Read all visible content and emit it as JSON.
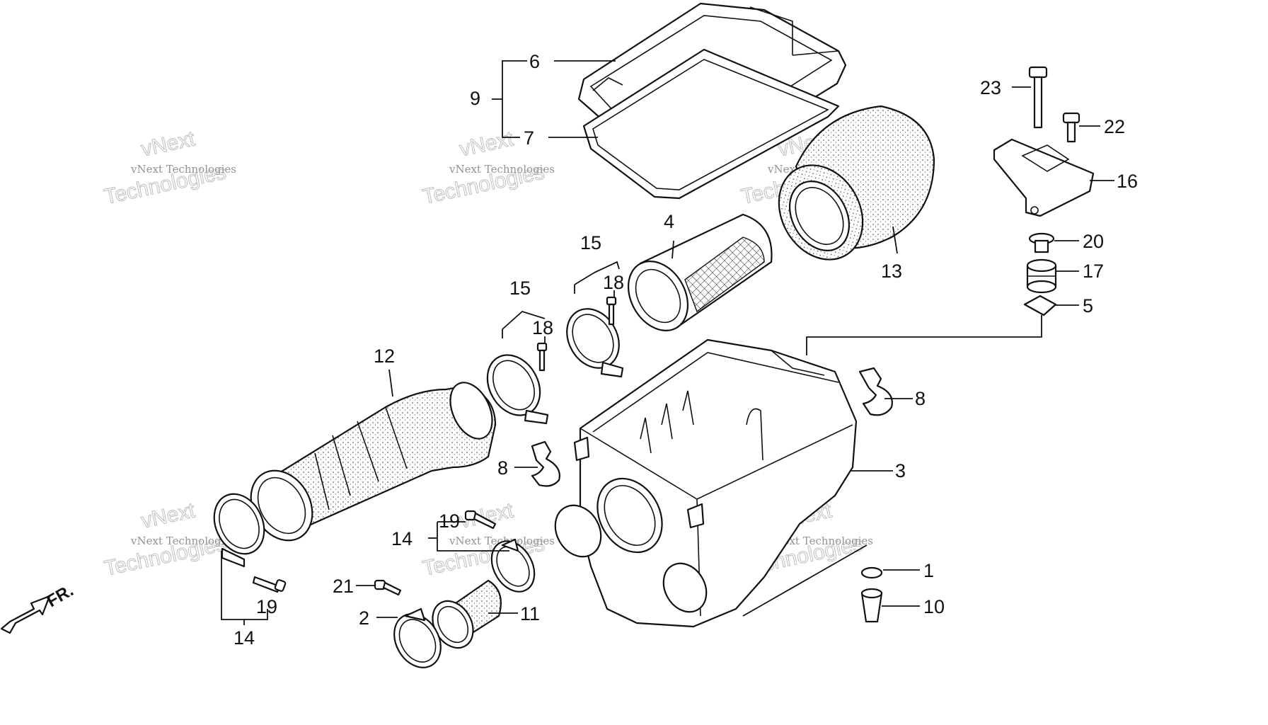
{
  "callouts": [
    {
      "id": "1",
      "label": "1"
    },
    {
      "id": "2",
      "label": "2"
    },
    {
      "id": "3",
      "label": "3"
    },
    {
      "id": "4",
      "label": "4"
    },
    {
      "id": "5",
      "label": "5"
    },
    {
      "id": "6",
      "label": "6"
    },
    {
      "id": "7",
      "label": "7"
    },
    {
      "id": "8a",
      "label": "8"
    },
    {
      "id": "8b",
      "label": "8"
    },
    {
      "id": "9",
      "label": "9"
    },
    {
      "id": "10",
      "label": "10"
    },
    {
      "id": "11",
      "label": "11"
    },
    {
      "id": "12",
      "label": "12"
    },
    {
      "id": "13",
      "label": "13"
    },
    {
      "id": "14a",
      "label": "14"
    },
    {
      "id": "14b",
      "label": "14"
    },
    {
      "id": "15a",
      "label": "15"
    },
    {
      "id": "15b",
      "label": "15"
    },
    {
      "id": "16",
      "label": "16"
    },
    {
      "id": "17",
      "label": "17"
    },
    {
      "id": "18a",
      "label": "18"
    },
    {
      "id": "18b",
      "label": "18"
    },
    {
      "id": "19a",
      "label": "19"
    },
    {
      "id": "19b",
      "label": "19"
    },
    {
      "id": "20",
      "label": "20"
    },
    {
      "id": "21",
      "label": "21"
    },
    {
      "id": "22",
      "label": "22"
    },
    {
      "id": "23",
      "label": "23"
    }
  ],
  "watermark": {
    "small": "vNext Technologies",
    "line1": "vNext",
    "line2": "Technologies"
  },
  "direction_marker": "FR."
}
